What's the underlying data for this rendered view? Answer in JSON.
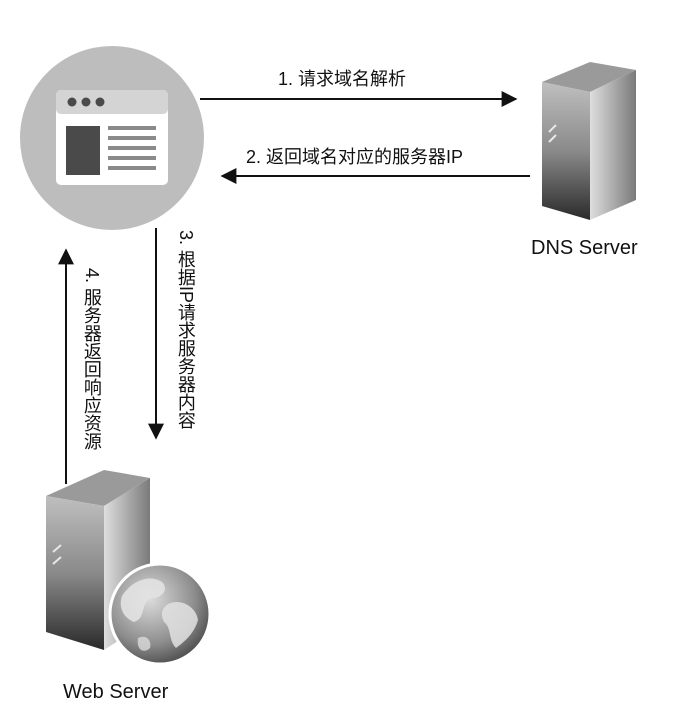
{
  "nodes": {
    "browser": {
      "label": ""
    },
    "dns_server": {
      "label": "DNS Server"
    },
    "web_server": {
      "label": "Web Server"
    }
  },
  "edges": [
    {
      "id": "step1",
      "label": "1. 请求域名解析"
    },
    {
      "id": "step2",
      "label": "2. 返回域名对应的服务器IP"
    },
    {
      "id": "step3",
      "label": "3. 根据IP请求服务器内容"
    },
    {
      "id": "step4",
      "label": "4. 服务器返回响应资源"
    }
  ],
  "colors": {
    "line": "#111111",
    "icon_bg": "#bdbdbd",
    "icon_dark": "#4a4a4a"
  }
}
